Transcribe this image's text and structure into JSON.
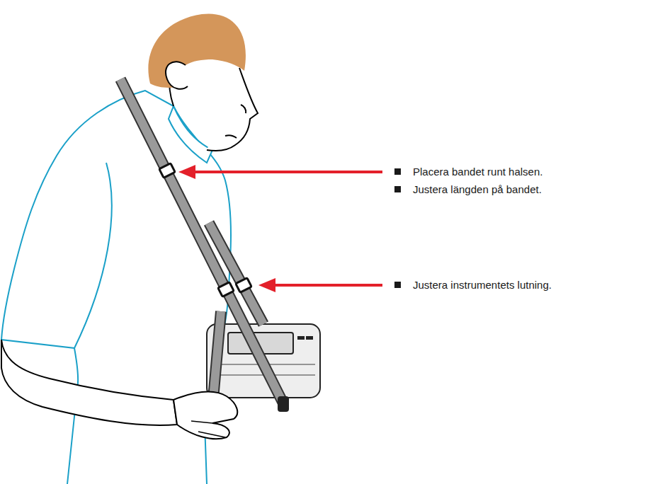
{
  "diagram": {
    "labels": [
      "Placera bandet runt halsen.",
      "Justera längden på bandet.",
      "Justera instrumentets lutning."
    ]
  }
}
